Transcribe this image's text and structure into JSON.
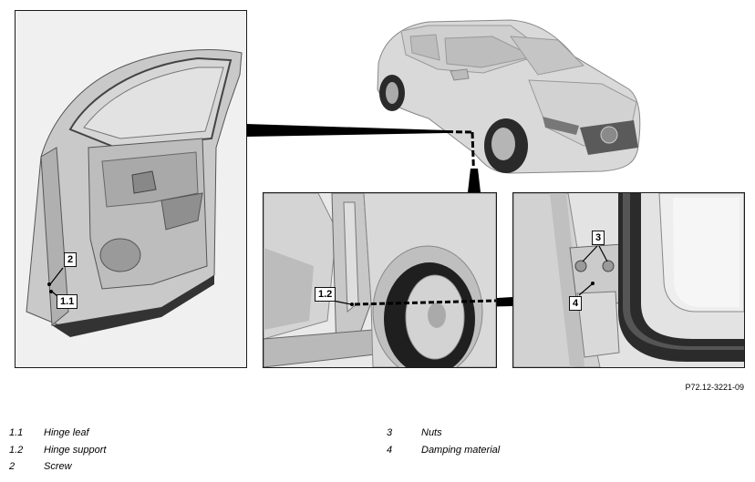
{
  "callouts": {
    "door_2": "2",
    "door_1_1": "1.1",
    "wheel_1_2": "1.2",
    "detail_3": "3",
    "detail_4": "4"
  },
  "reference_code": "P72.12-3221-09",
  "legend": [
    {
      "num": "1.1",
      "label": "Hinge leaf"
    },
    {
      "num": "1.2",
      "label": "Hinge support"
    },
    {
      "num": "2",
      "label": "Screw"
    },
    {
      "num": "3",
      "label": "Nuts"
    },
    {
      "num": "4",
      "label": "Damping material"
    }
  ]
}
